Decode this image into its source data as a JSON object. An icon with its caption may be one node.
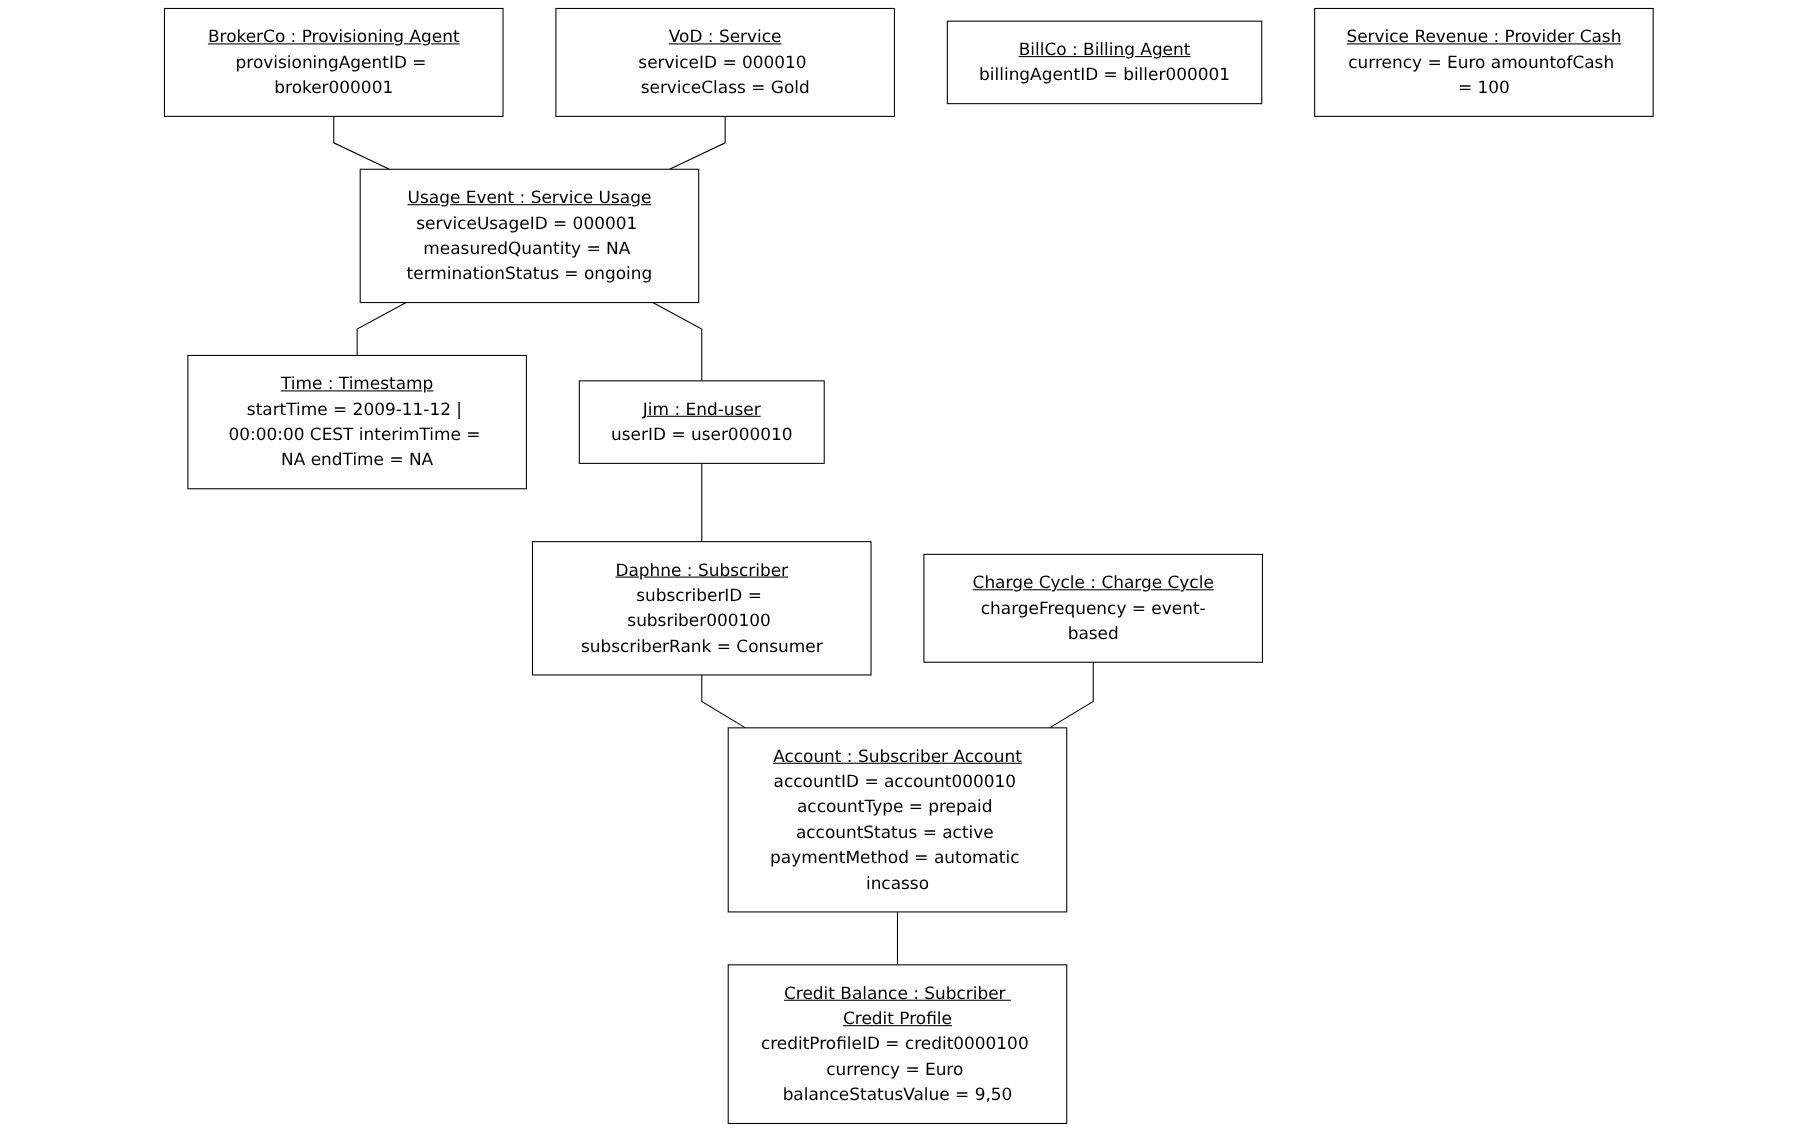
{
  "diagram": {
    "nodes": [
      {
        "text": [
          "BrokerCo : Provisioning Agent",
          "provisioningAgentID = broker000001"
        ]
      },
      {
        "text": [
          "VoD : Service",
          "serviceID = 000010 serviceClass = Gold"
        ]
      },
      {
        "text": [
          "BillCo : Billing Agent",
          "billingAgentID = biller000001"
        ]
      },
      {
        "text": [
          "Usage Event : Service Usage",
          "serviceUsageID = 000001 measuredQuantity = NA terminationStatus = ongoing"
        ]
      },
      {
        "text": [
          "Time : Timestamp",
          "startTime = 2009-11-12 | 00:00:00 CEST interimTime = NA endTime = NA"
        ]
      },
      {
        "text": [
          "Service Revenue : Provider Cash",
          "currency = Euro amountofCash = 100"
        ]
      },
      {
        "text": [
          "Jim : End-user",
          "userID = user000010"
        ]
      },
      {
        "text": [
          "Daphne : Subscriber",
          "subscriberID = subsriber000100 subscriberRank = Consumer"
        ]
      },
      {
        "text": [
          "Charge Cycle : Charge Cycle",
          "chargeFrequency = event-based"
        ]
      },
      {
        "text": [
          "Account : Subscriber Account",
          "accountID = account000010 accountType = prepaid accountStatus = active paymentMethod = automatic incasso"
        ]
      },
      {
        "text": [
          "Credit Balance : Subcriber Credit Profile",
          "creditProfileID = credit0000100 currency = Euro balanceStatusValue = 9,50"
        ]
      }
    ],
    "edges": [
      {
        "from": 0,
        "to": 3,
        "arrow": "none"
      },
      {
        "from": 1,
        "to": 3,
        "arrow": "none"
      },
      {
        "from": 3,
        "to": 4,
        "arrow": "none"
      },
      {
        "from": 3,
        "to": 6,
        "arrow": "none"
      },
      {
        "from": 6,
        "to": 7,
        "arrow": "none"
      },
      {
        "from": 7,
        "to": 9,
        "arrow": "none"
      },
      {
        "from": 8,
        "to": 9,
        "arrow": "none"
      },
      {
        "from": 9,
        "to": 10,
        "arrow": "none"
      }
    ]
  }
}
